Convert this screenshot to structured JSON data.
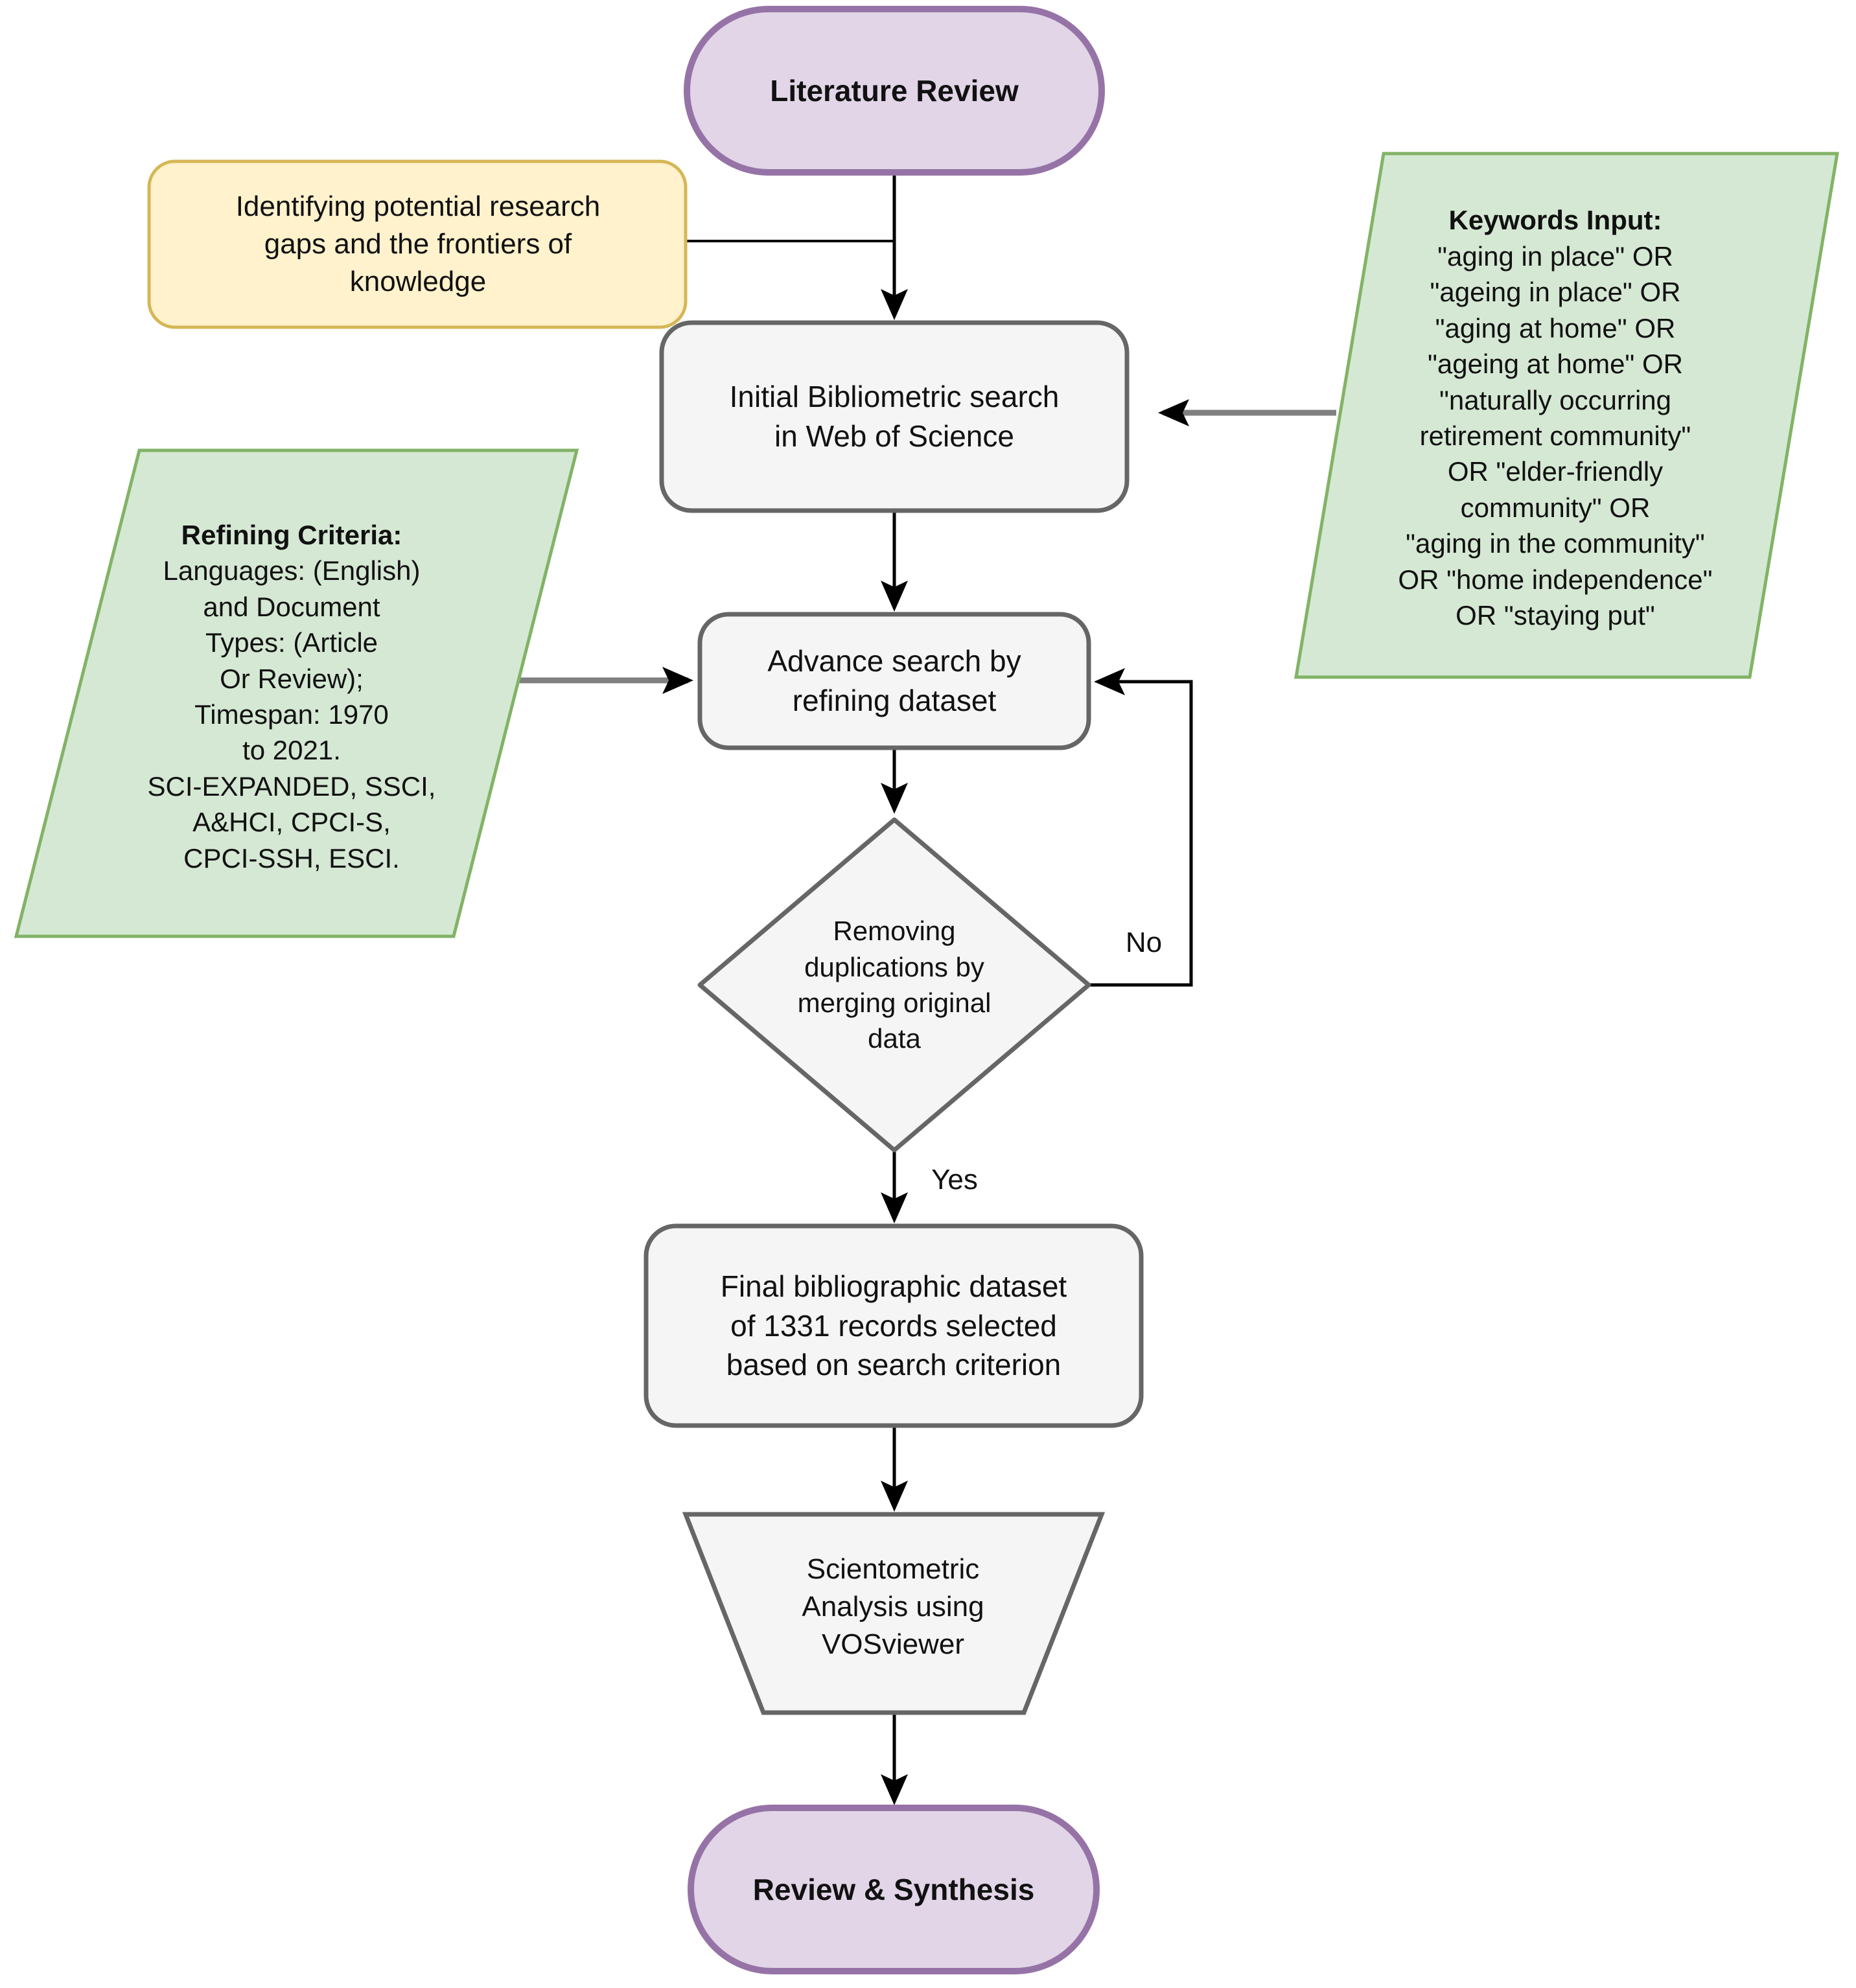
{
  "flowchart": {
    "start": {
      "label": "Literature Review"
    },
    "gap_note": {
      "label": "Identifying potential research\ngaps and the frontiers of\nknowledge"
    },
    "initial_search": {
      "label": "Initial Bibliometric search\nin Web of Science"
    },
    "keywords": {
      "title": "Keywords Input:",
      "body": "\"aging in place\" OR\n\"ageing in place\" OR\n\"aging at home\" OR\n\"ageing at home\" OR\n\"naturally occurring\nretirement community\"\nOR \"elder-friendly\ncommunity\" OR\n\"aging in the community\"\nOR \"home independence\"\nOR \"staying put\""
    },
    "refining": {
      "title": "Refining Criteria:",
      "body": "Languages: (English)\nand Document\nTypes: (Article\nOr Review);\nTimespan: 1970\nto 2021.\nSCI-EXPANDED, SSCI,\nA&HCI, CPCI-S,\nCPCI-SSH, ESCI."
    },
    "advance_search": {
      "label": "Advance search by\nrefining dataset"
    },
    "decision": {
      "label": "Removing\nduplications by\nmerging original\ndata",
      "no_label": "No",
      "yes_label": "Yes"
    },
    "final_dataset": {
      "label": "Final bibliographic dataset\nof 1331 records selected\nbased on search criterion"
    },
    "analysis": {
      "label": "Scientometric\nAnalysis using\nVOSviewer"
    },
    "end": {
      "label": "Review & Synthesis"
    }
  },
  "colors": {
    "terminator_fill": "#e1d5e7",
    "terminator_stroke": "#9673a6",
    "note_fill": "#fff2cc",
    "note_stroke": "#d6b656",
    "data_fill": "#d5e8d4",
    "data_stroke": "#82b366",
    "process_fill": "#f5f5f5",
    "process_stroke": "#666666",
    "connector_gray": "#808080",
    "connector_black": "#000000"
  }
}
